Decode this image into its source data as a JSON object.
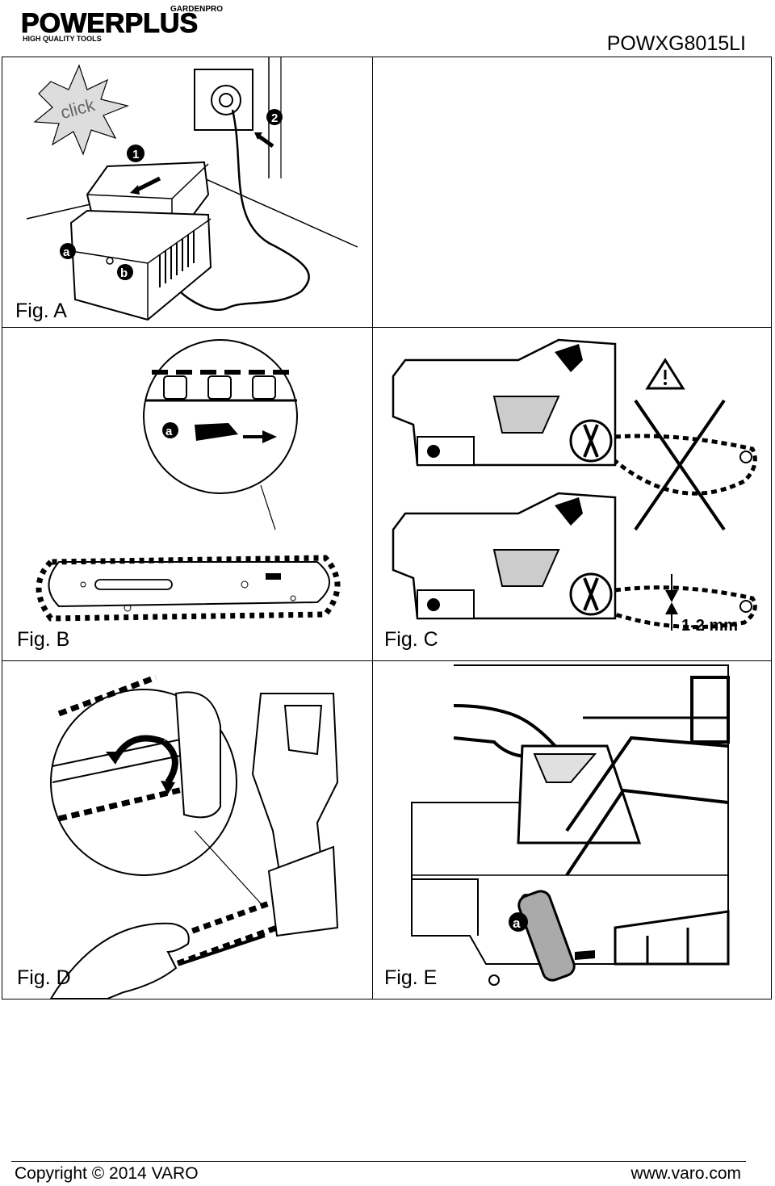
{
  "header": {
    "brand_top": "GARDENPRO",
    "brand_main": "POWERPLUS",
    "brand_sub": "HIGH QUALITY TOOLS",
    "model": "POWXG8015LI"
  },
  "figures": {
    "a": {
      "caption": "Fig. A",
      "click": "click",
      "step1": "1",
      "step2": "2",
      "label_a": "a",
      "label_b": "b"
    },
    "b": {
      "caption": "Fig. B",
      "label_a": "a"
    },
    "c": {
      "caption": "Fig. C",
      "measure": "1-2 mm"
    },
    "d": {
      "caption": "Fig. D"
    },
    "e": {
      "caption": "Fig. E",
      "label_a": "a"
    }
  },
  "footer": {
    "copyright": "Copyright © 2014 VARO",
    "website": "www.varo.com"
  }
}
